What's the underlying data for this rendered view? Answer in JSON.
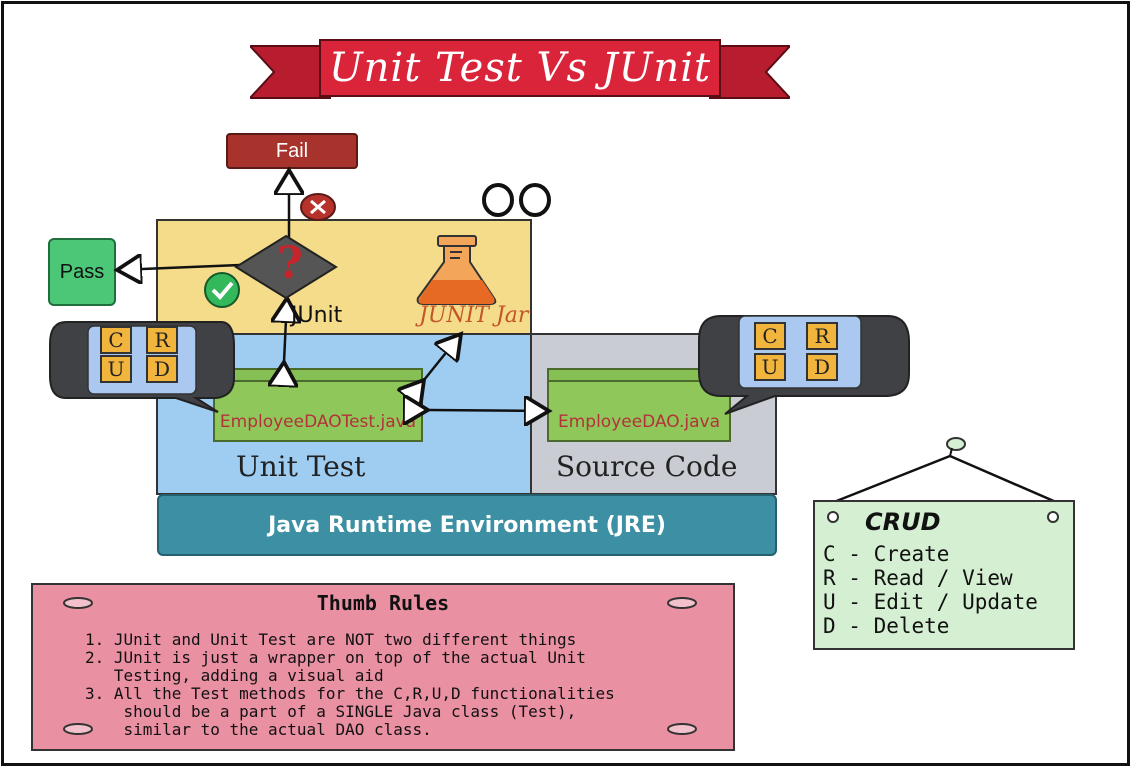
{
  "title": "Unit Test Vs JUnit",
  "fail_label": "Fail",
  "pass_label": "Pass",
  "junit_label": "JUnit",
  "junit_jar_label": "JUNIT Jar",
  "unit_test_label": "Unit Test",
  "source_code_label": "Source Code",
  "test_file": "EmployeeDAOTest.java",
  "source_file": "EmployeeDAO.java",
  "jre_label": "Java Runtime Environment (JRE)",
  "question_mark": "?",
  "crud_letters": [
    "C",
    "R",
    "U",
    "D"
  ],
  "thumb_rules": {
    "title": "Thumb Rules",
    "lines": [
      "1. JUnit and Unit Test are NOT two different things",
      "2. JUnit is just a wrapper on top of the actual Unit",
      "   Testing, adding a visual aid",
      "3. All the Test methods for the C,R,U,D functionalities",
      "    should be a part of a SINGLE Java class (Test),",
      "    similar to the actual DAO class."
    ]
  },
  "crud_legend": {
    "title": "CRUD",
    "items": [
      "C - Create",
      "R - Read / View",
      "U - Edit / Update",
      "D - Delete"
    ]
  },
  "colors": {
    "banner": "#d9243a",
    "junit_area": "#f5dc8a",
    "unit_test_area": "#9fcdf2",
    "source_area": "#c9cdd3",
    "file": "#8fc75a",
    "jre": "#3d8fa3",
    "fail": "#a8322c",
    "pass": "#4cc777",
    "rules": "#ea90a3",
    "legend": "#d5efd2"
  }
}
